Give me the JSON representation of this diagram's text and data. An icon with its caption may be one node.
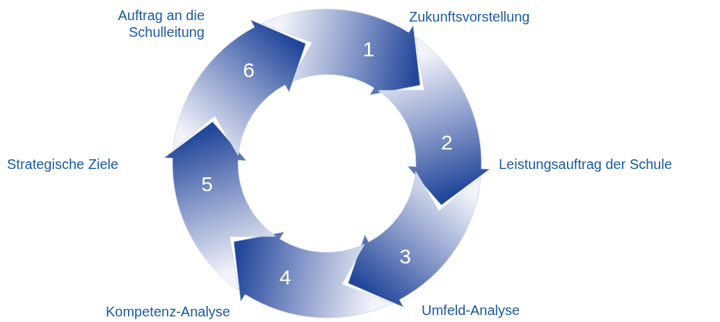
{
  "diagram": {
    "nodes": [
      {
        "text": [
          "1"
        ],
        "beside": [
          "Zukunftsvorstellung"
        ]
      },
      {
        "text": [
          "2"
        ],
        "beside": [
          "Leistungsauftrag der Schule"
        ]
      },
      {
        "text": [
          "3"
        ],
        "beside": [
          "Umfeld-Analyse"
        ]
      },
      {
        "text": [
          "4"
        ],
        "beside": [
          "Kompetenz-Analyse"
        ]
      },
      {
        "text": [
          "5"
        ],
        "beside": [
          "Strategische Ziele"
        ]
      },
      {
        "text": [
          "6"
        ],
        "beside": [
          "Auftrag an die Schulleitung"
        ]
      }
    ]
  }
}
